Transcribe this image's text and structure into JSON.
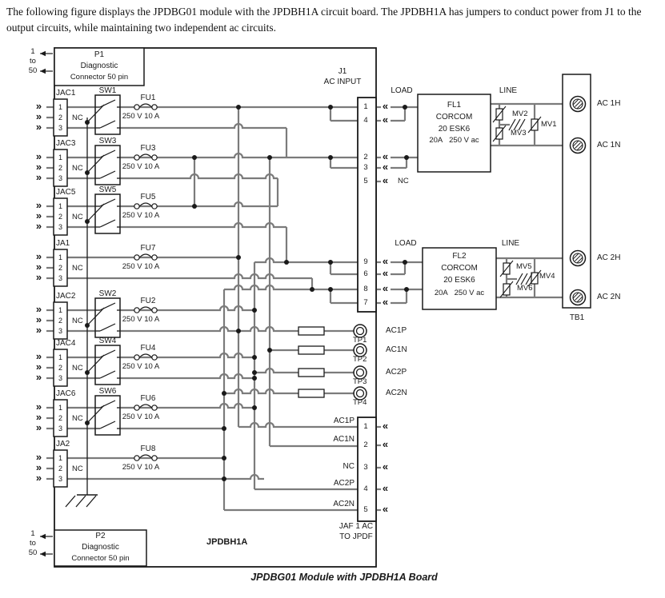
{
  "intro": "The following figure displays the JPDBG01 module with the JPDBH1A circuit board. The JPDBH1A has jumpers to conduct power from J1 to the output circuits, while maintaining two independent ac circuits.",
  "caption": "JPDBG01 Module with JPDBH1A Board",
  "board": {
    "name": "JPDBH1A"
  },
  "icons": {
    "chevron_out": "»",
    "chevron_in": "«"
  },
  "p1": {
    "title": "P1",
    "line2": "Diagnostic",
    "line3": "Connector 50 pin",
    "range_top": "1",
    "range_mid": "to",
    "range_bottom": "50"
  },
  "p2": {
    "title": "P2",
    "line2": "Diagnostic",
    "line3": "Connector 50 pin",
    "range_top": "1",
    "range_mid": "to",
    "range_bottom": "50"
  },
  "circuits": [
    {
      "conn": "JAC1",
      "sw": "SW1",
      "fuse": "FU1",
      "rating": "250 V 10 A",
      "p1": "1",
      "p2": "2",
      "p3": "3",
      "nc": "NC"
    },
    {
      "conn": "JAC3",
      "sw": "SW3",
      "fuse": "FU3",
      "rating": "250 V 10 A",
      "p1": "1",
      "p2": "2",
      "p3": "3",
      "nc": "NC"
    },
    {
      "conn": "JAC5",
      "sw": "SW5",
      "fuse": "FU5",
      "rating": "250 V 10 A",
      "p1": "1",
      "p2": "2",
      "p3": "3",
      "nc": "NC"
    },
    {
      "conn": "JA1",
      "sw": null,
      "fuse": "FU7",
      "rating": "250 V 10 A",
      "p1": "1",
      "p2": "2",
      "p3": "3",
      "nc": "NC"
    },
    {
      "conn": "JAC2",
      "sw": "SW2",
      "fuse": "FU2",
      "rating": "250 V 10 A",
      "p1": "1",
      "p2": "2",
      "p3": "3",
      "nc": "NC"
    },
    {
      "conn": "JAC4",
      "sw": "SW4",
      "fuse": "FU4",
      "rating": "250 V 10 A",
      "p1": "1",
      "p2": "2",
      "p3": "3",
      "nc": "NC"
    },
    {
      "conn": "JAC6",
      "sw": "SW6",
      "fuse": "FU6",
      "rating": "250 V 10 A",
      "p1": "1",
      "p2": "2",
      "p3": "3",
      "nc": "NC"
    },
    {
      "conn": "JA2",
      "sw": null,
      "fuse": "FU8",
      "rating": "250 V 10 A",
      "p1": "1",
      "p2": "2",
      "p3": "3",
      "nc": "NC"
    }
  ],
  "j1": {
    "name": "J1",
    "subtitle": "AC INPUT",
    "pins": [
      "1",
      "4",
      "2",
      "3",
      "5",
      "9",
      "6",
      "8",
      "7"
    ],
    "nc": "NC"
  },
  "fl1": {
    "load": "LOAD",
    "line": "LINE",
    "lines": [
      "FL1",
      "CORCOM",
      "20 ESK6",
      "20A   250 V ac"
    ]
  },
  "fl2": {
    "load": "LOAD",
    "line": "LINE",
    "lines": [
      "FL2",
      "CORCOM",
      "20 ESK6",
      "20A   250 V ac"
    ]
  },
  "varistors": {
    "mv1": "MV1",
    "mv2": "MV2",
    "mv3": "MV3",
    "mv4": "MV4",
    "mv5": "MV5",
    "mv6": "MV6"
  },
  "tb1": {
    "name": "TB1",
    "terminals": [
      "AC 1H",
      "AC 1N",
      "AC 2H",
      "AC 2N"
    ]
  },
  "testpoints": [
    {
      "tp": "TP1",
      "signal": "AC1P"
    },
    {
      "tp": "TP2",
      "signal": "AC1N"
    },
    {
      "tp": "TP3",
      "signal": "AC2P"
    },
    {
      "tp": "TP4",
      "signal": "AC2N"
    }
  ],
  "jaf1": {
    "pins": [
      "1",
      "2",
      "3",
      "4",
      "5"
    ],
    "signals": [
      "AC1P",
      "AC1N",
      "NC",
      "AC2P",
      "AC2N"
    ],
    "title1": "JAF 1 AC",
    "title2": "TO JPDF"
  }
}
